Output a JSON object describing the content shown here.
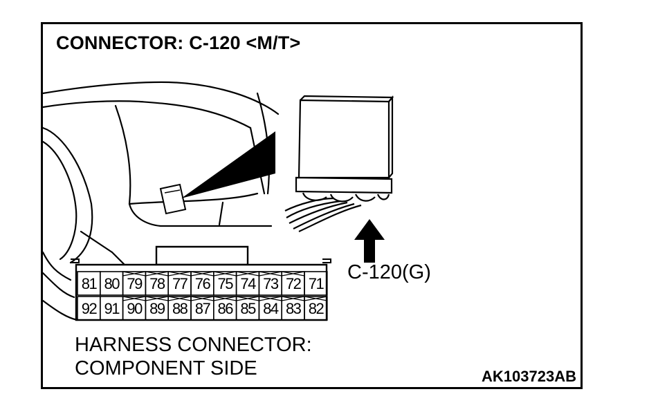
{
  "title": "CONNECTOR: C-120 <M/T>",
  "connector_label": "C-120(G)",
  "caption": {
    "line1": "HARNESS CONNECTOR:",
    "line2": "COMPONENT SIDE"
  },
  "figure_code": "AK103723AB",
  "connector": {
    "top_row": [
      "81",
      "80",
      "79",
      "78",
      "77",
      "76",
      "75",
      "74",
      "73",
      "72",
      "71"
    ],
    "bottom_row": [
      "92",
      "91",
      "90",
      "89",
      "88",
      "87",
      "86",
      "85",
      "84",
      "83",
      "82"
    ],
    "crossed_top_pins": [
      "79",
      "78",
      "77",
      "76",
      "75",
      "74",
      "73",
      "72"
    ],
    "crossed_bottom_pins": [
      "90",
      "89",
      "88",
      "87",
      "86",
      "85",
      "84",
      "83",
      "82"
    ]
  },
  "colors": {
    "line": "#000000",
    "background": "#ffffff"
  }
}
